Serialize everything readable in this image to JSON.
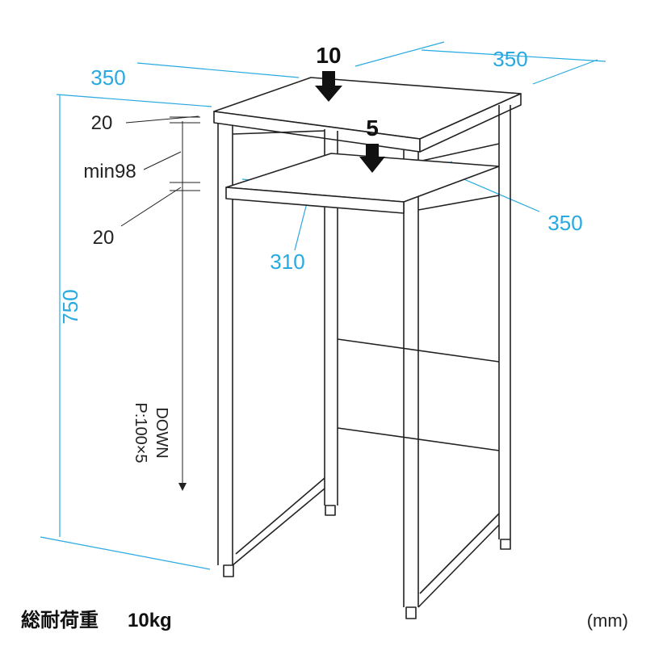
{
  "dimensions": {
    "width_left": "350",
    "depth_right": "350",
    "height_total": "750",
    "top_thickness": "20",
    "shelf_gap": "min98",
    "shelf_thickness": "20",
    "shelf_depth": "350",
    "shelf_width": "310"
  },
  "loads": {
    "top": "10",
    "shelf": "5"
  },
  "adjust_note": {
    "line1": "P:100×5",
    "line2": "DOWN"
  },
  "caption": {
    "title": "総耐荷重",
    "value": "10kg"
  },
  "unit": "(mm)",
  "colors": {
    "dimension": "#27a9e1",
    "line": "#222222"
  }
}
